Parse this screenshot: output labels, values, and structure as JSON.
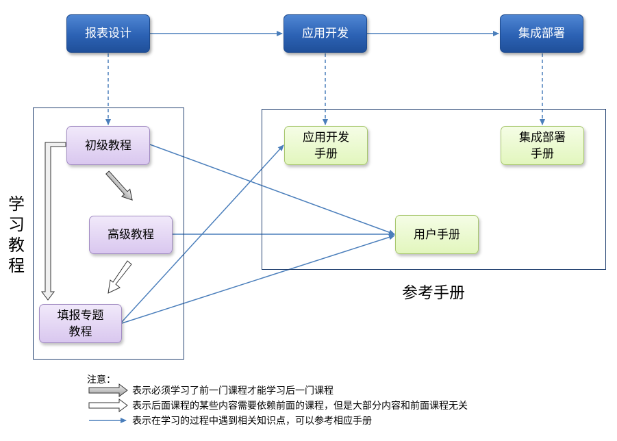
{
  "top_row": {
    "report_design": "报表设计",
    "app_dev": "应用开发",
    "integration_deploy": "集成部署"
  },
  "learning_group": {
    "label_chars": [
      "学",
      "习",
      "教",
      "程"
    ],
    "beginner": "初级教程",
    "advanced": "高级教程",
    "fill_report": [
      "填报专题",
      "教程"
    ]
  },
  "reference_group": {
    "title": "参考手册",
    "app_dev_manual": [
      "应用开发",
      "手册"
    ],
    "deploy_manual": [
      "集成部署",
      "手册"
    ],
    "user_manual": "用户手册"
  },
  "legend": {
    "title": "注意：",
    "items": [
      "表示必须学习了前一门课程才能学习后一门课程",
      "表示后面课程的某些内容需要依赖前面的课程，但是大部分内容和前面课程无关",
      "表示在学习的过程中遇到相关知识点，可以参考相应手册"
    ]
  },
  "colors": {
    "connector": "#4a7ebb",
    "frame": "#1f3e6e"
  }
}
